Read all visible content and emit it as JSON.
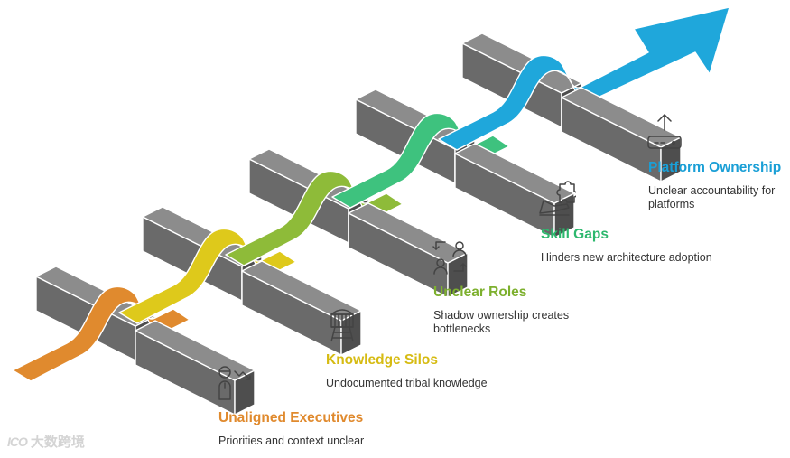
{
  "colors": {
    "orange": "#E08A2E",
    "yellow": "#DEC91B",
    "olive": "#8EBB39",
    "green": "#3EC27E",
    "blue": "#1FA7DB",
    "block": "#6E6E6E",
    "title_unaligned": "#E08A2E",
    "title_silos": "#D6BB12",
    "title_roles": "#7DB02E",
    "title_skill": "#2DB86E",
    "title_platform": "#1A9FD6"
  },
  "steps": [
    {
      "title": "Unaligned Executives",
      "description": "Priorities and context unclear",
      "icon": "executive-person-icon"
    },
    {
      "title": "Knowledge Silos",
      "description": "Undocumented tribal knowledge",
      "icon": "silo-tower-icon"
    },
    {
      "title": "Unclear Roles",
      "description": "Shadow ownership creates bottlenecks",
      "icon": "role-swap-icon"
    },
    {
      "title": "Skill Gaps",
      "description": "Hinders new architecture adoption",
      "icon": "puzzle-hand-icon"
    },
    {
      "title": "Platform Ownership",
      "description": "Unclear accountability for platforms",
      "icon": "platform-upload-icon"
    }
  ],
  "watermark": {
    "logo": "ICO",
    "text": "大数跨境"
  }
}
